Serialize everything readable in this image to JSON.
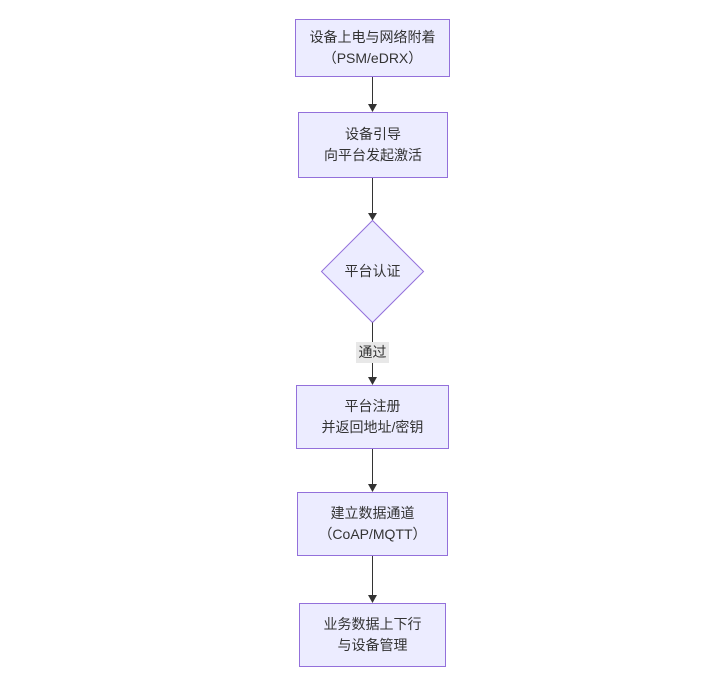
{
  "diagram": {
    "type": "flowchart",
    "direction": "top-down",
    "colors": {
      "background": "#ffffff",
      "node_fill": "#ececff",
      "node_border": "#9370db",
      "edge": "#333333",
      "edge_label_bg": "#e8e8e8",
      "text": "#333333"
    },
    "nodes": [
      {
        "id": "power-attach",
        "shape": "rect",
        "lines": [
          "设备上电与网络附着",
          "（PSM/eDRX）"
        ]
      },
      {
        "id": "bootstrap-activate",
        "shape": "rect",
        "lines": [
          "设备引导",
          "向平台发起激活"
        ]
      },
      {
        "id": "platform-auth",
        "shape": "diamond",
        "lines": [
          "平台认证"
        ]
      },
      {
        "id": "platform-register",
        "shape": "rect",
        "lines": [
          "平台注册",
          "并返回地址/密钥"
        ]
      },
      {
        "id": "data-channel",
        "shape": "rect",
        "lines": [
          "建立数据通道",
          "（CoAP/MQTT）"
        ]
      },
      {
        "id": "business-data",
        "shape": "rect",
        "lines": [
          "业务数据上下行",
          "与设备管理"
        ]
      }
    ],
    "edges": [
      {
        "from": "power-attach",
        "to": "bootstrap-activate",
        "label": ""
      },
      {
        "from": "bootstrap-activate",
        "to": "platform-auth",
        "label": ""
      },
      {
        "from": "platform-auth",
        "to": "platform-register",
        "label": "通过"
      },
      {
        "from": "platform-register",
        "to": "data-channel",
        "label": ""
      },
      {
        "from": "data-channel",
        "to": "business-data",
        "label": ""
      }
    ],
    "edge_labels": [
      {
        "text": "通过"
      }
    ]
  }
}
